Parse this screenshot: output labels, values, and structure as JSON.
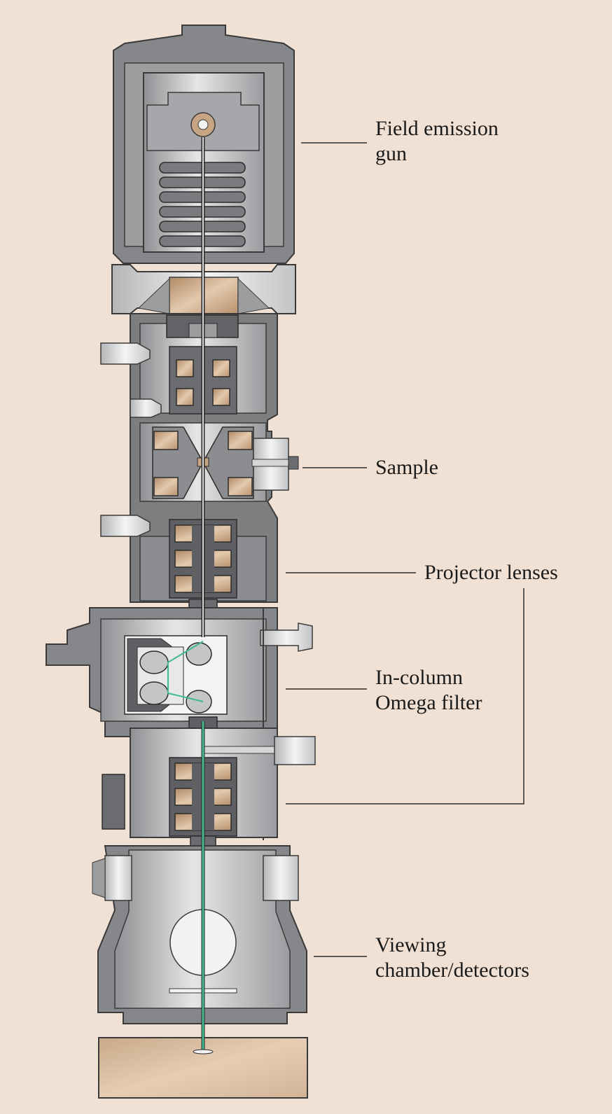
{
  "labels": {
    "field_emission_gun": {
      "line1": "Field emission",
      "line2": "gun"
    },
    "sample": {
      "line1": "Sample"
    },
    "projector_lenses": {
      "line1": "Projector lenses"
    },
    "omega_filter": {
      "line1": "In-column",
      "line2": "Omega filter"
    },
    "viewing_chamber": {
      "line1": "Viewing",
      "line2": "chamber/detectors"
    }
  },
  "colors": {
    "background": "#f1e1d4",
    "housing_dark": "#7d7e80",
    "housing_mid": "#a9aaac",
    "housing_light": "#dcdcdd",
    "copper": "#c7a583",
    "beam": "#3fba8c",
    "line": "#2a2a2a"
  }
}
